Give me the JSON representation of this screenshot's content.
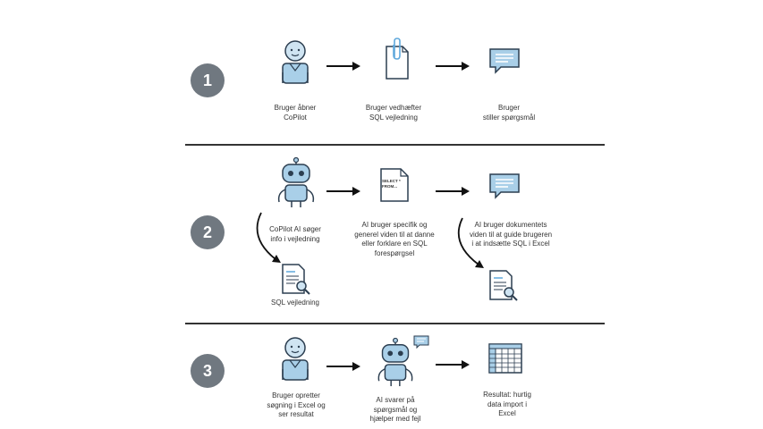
{
  "rows": [
    {
      "number": "1",
      "captions": {
        "user": "Bruger åbner\nCoPilot",
        "attach": "Bruger vedhæfter\nSQL vejledning",
        "ask": "Bruger\nstiller spørgsmål"
      }
    },
    {
      "number": "2",
      "captions": {
        "search": "CoPilot AI søger\ninfo i vejledning",
        "guide": "SQL vejledning",
        "knowledge": "AI bruger specifik og\ngenerel viden til at danne\neller forklare en SQL\nforespørgsel",
        "doc": "AI bruger dokumentets\nviden til at guide brugeren\ni at indsætte SQL i Excel"
      },
      "sql_doc_text": "SELECT *\nFROM..."
    },
    {
      "number": "3",
      "captions": {
        "create": "Bruger opretter\nsøgning i Excel og\nser resultat",
        "answer": "AI svarer på\nspørgsmål og\nhjælper med fejl",
        "result": "Resultat: hurtig\ndata import i\nExcel"
      }
    }
  ],
  "colors": {
    "badge": "#707880",
    "icon_blue": "#a9cfe8",
    "icon_dark": "#2c3e50",
    "line": "#333333"
  },
  "icons": [
    "user-icon",
    "paperclip-document-icon",
    "chat-bubble-icon",
    "robot-icon",
    "sql-document-icon",
    "magnifier-document-icon",
    "spreadsheet-icon"
  ]
}
